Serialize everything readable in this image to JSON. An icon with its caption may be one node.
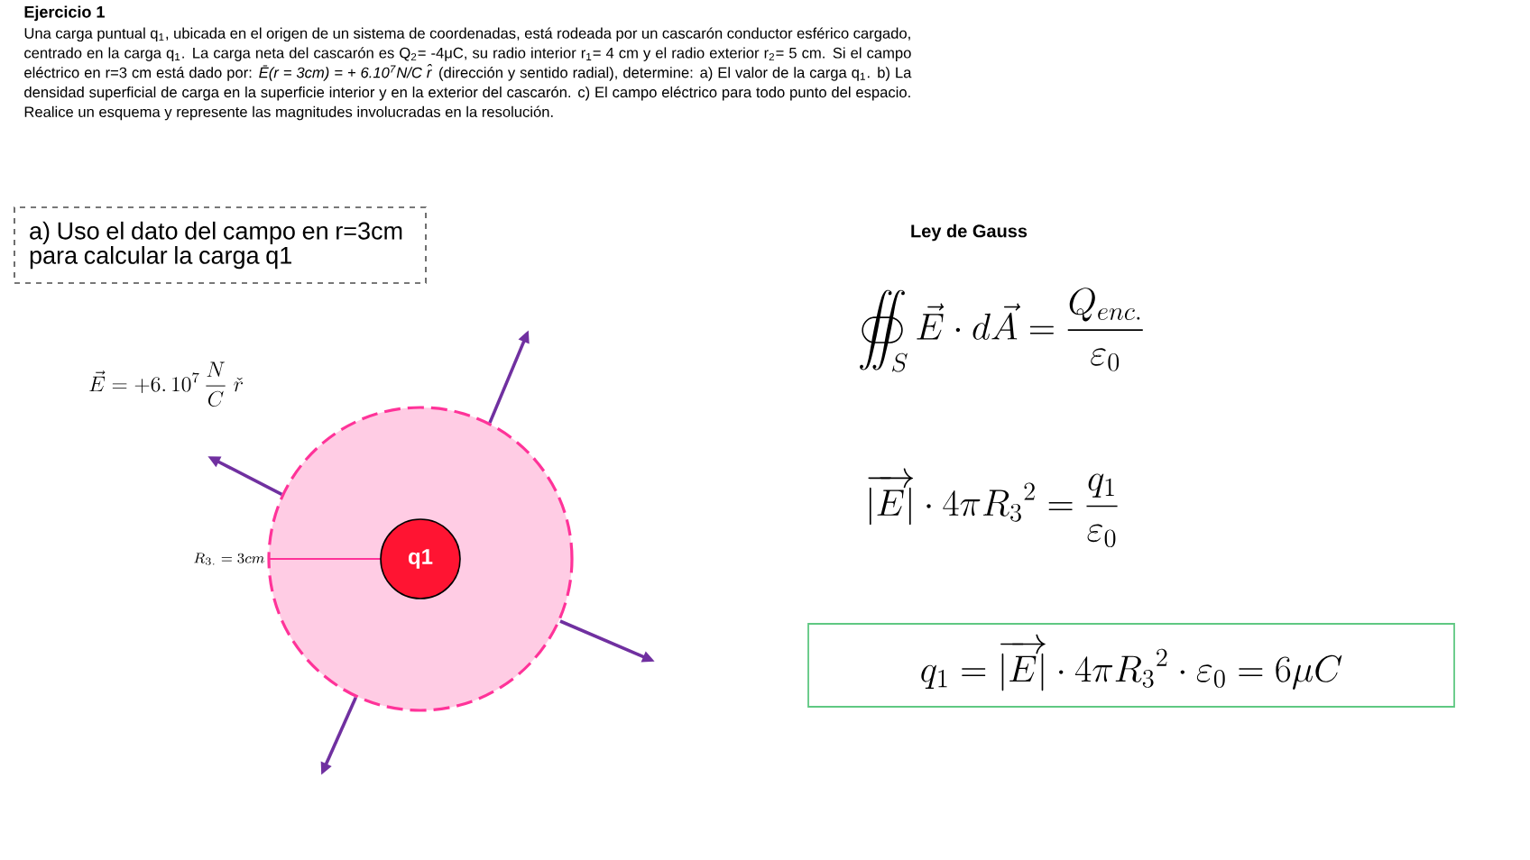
{
  "diagram": {
    "title": "Ejercicio 1",
    "nodes": [
      {
        "text": [
          "a) Uso el dato del campo en r=3cm para calcular la carga q1"
        ]
      },
      {
        "text": [],
        "shape": "circle"
      },
      {
        "text": [
          "q1"
        ],
        "in": 1
      },
      {
        "text": [
          "q_1 = \\overrightarrow{|E|}\\cdot 4\\pi {R_3}^2 \\cdot \\varepsilon_0 = 6\\mu C"
        ]
      }
    ],
    "edges": [
      {
        "from": 1,
        "to": null,
        "arrow": "to",
        "color": "#7030a0"
      },
      {
        "from": 1,
        "to": null,
        "arrow": "to",
        "color": "#7030a0"
      },
      {
        "from": 1,
        "to": null,
        "arrow": "to",
        "color": "#7030a0"
      },
      {
        "from": 1,
        "to": null,
        "arrow": "to",
        "color": "#7030a0"
      }
    ],
    "labels": [
      "Una carga puntual q$_{1}$, ubicada en el origen de un sistema de coordenadas, está rodeada por un cascarón conductor esférico cargado, centrado en la carga q$_{1}$. La carga neta del cascarón es Q$_{2}$= -4μC, su radio interior r$_{1}$= 4 cm y el radio exterior r$_{2}$= 5 cm. Si el campo eléctrico en r=3 cm está dado por: *Ē(r = 3cm) = + 6.10$^{7}$N/C r̂* (dirección y sentido radial), determine: a) El valor de la carga q$_{1}$. b) La densidad superficial de carga en la superficie interior y en la exterior del cascarón. c) El campo eléctrico para todo punto del espacio. Realice un esquema y represente las magnitudes involucradas en la resolución.",
      "Ley de Gauss",
      "\\vec{E} = +6.\\,10^{7}\\,\\frac{N}{C}\\ \\check{r}",
      "R_{3.} = 3cm",
      "\\oiint_S \\vec{E}\\cdot d\\vec{A} = \\frac{Q_{enc.}}{\\varepsilon_0}",
      "\\overrightarrow{|E|}\\cdot 4\\pi {R_3}^2 = \\frac{q_1}{\\varepsilon_0}"
    ]
  }
}
